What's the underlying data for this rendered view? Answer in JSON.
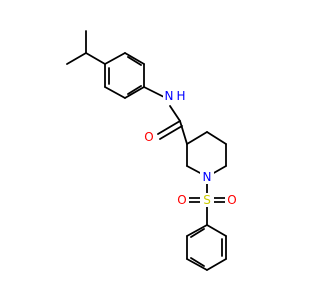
{
  "molecule": {
    "atoms": {
      "N_amide": {
        "symbol": "N",
        "hydrogen": "H",
        "color": "#0000ff"
      },
      "O_amide": {
        "symbol": "O",
        "color": "#ff0000"
      },
      "N_ring": {
        "symbol": "N",
        "color": "#0000ff"
      },
      "S": {
        "symbol": "S",
        "color": "#cccc00"
      },
      "O_s1": {
        "symbol": "O",
        "color": "#ff0000"
      },
      "O_s2": {
        "symbol": "O",
        "color": "#ff0000"
      }
    },
    "bond_color": "#000000"
  }
}
